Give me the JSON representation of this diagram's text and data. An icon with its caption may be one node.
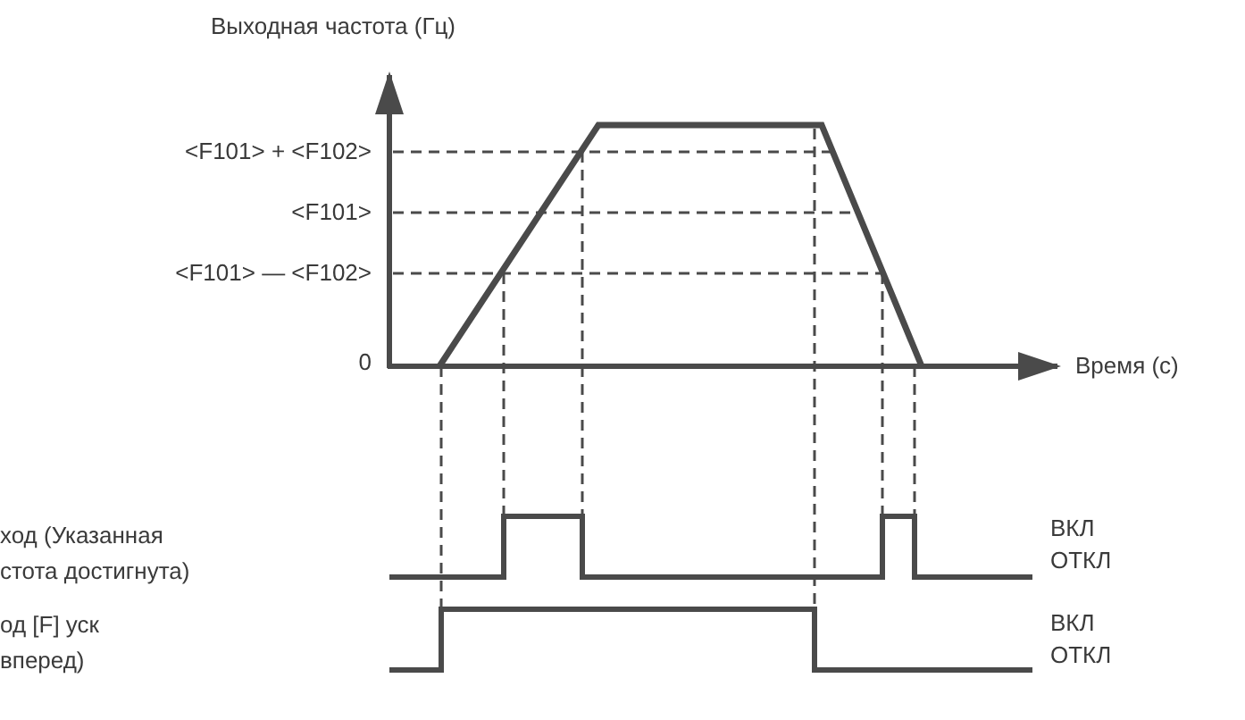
{
  "diagram": {
    "labels": [
      "Выходная частота (Гц)",
      "<F101> + <F102>",
      "<F101>",
      "<F101> — <F102>",
      "0",
      "Время (с)",
      "ход (Указанная стота достигнута)",
      "ВКЛ",
      "ОТКЛ",
      "од [F] уск вперед)",
      "ВКЛ",
      "ОТКЛ"
    ]
  }
}
